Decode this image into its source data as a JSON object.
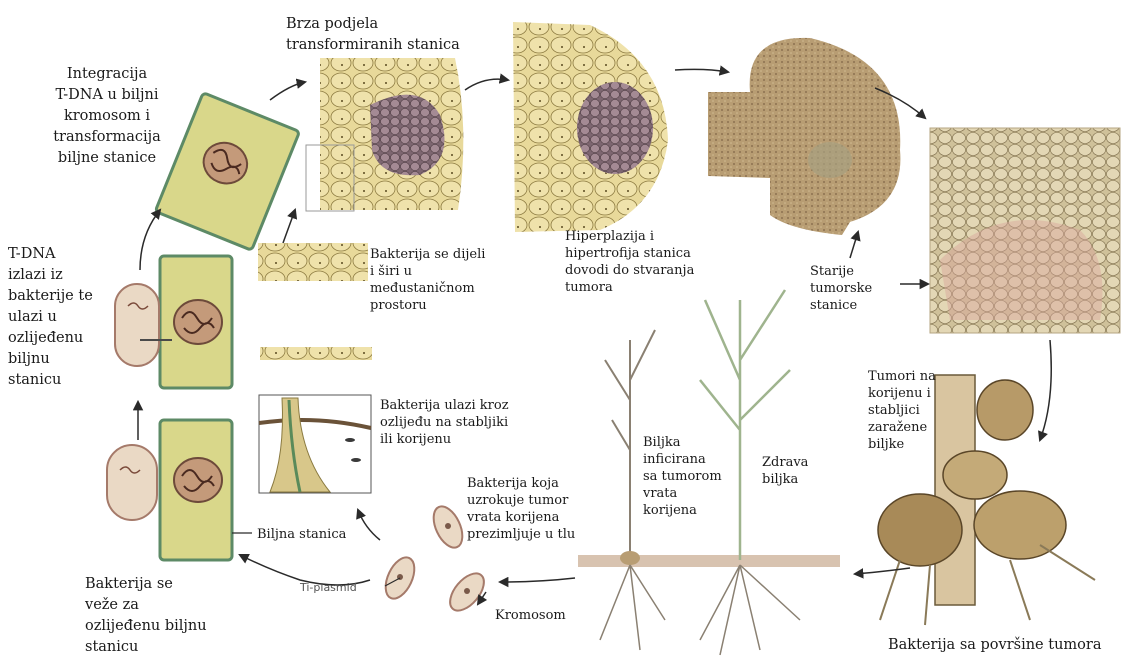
{
  "labels": {
    "integration": "Integracija\nT-DNA u biljni\nkromosom i\ntransformacija\nbiljne stanice",
    "rapid_division": "Brza podjela\ntransformiranih stanica",
    "hyperplasia": "Hiperplazija i\nhipertrofija stanica\ndovodi do stvaranja\ntumora",
    "older_cells": "Starije\ntumorske\nstanice",
    "tdna_exits": "T-DNA\nizlazi iz\nbakterije te\nulazi u\nozlijeđenu\nbiljnu\nstanicu",
    "bacteria_divides": "Bakterija se dijeli\ni širi u\nmeđustaničnom\nprostoru",
    "bacteria_enters": "Bakterija ulazi kroz\nozlijeđu na stabljiki\nili korijenu",
    "infected_plant": "Biljka\ninficirana\nsa tumorom\nvrata\nkorijena",
    "healthy_plant": "Zdrava\nbiljka",
    "tumors_on_roots": "Tumori na\nkorijenu i\nstabljici\nzaražene\nbiljke",
    "overwinters": "Bakterija koja\nuzrokuje tumor\nvrata korijena\nprezimljuje u tlu",
    "plant_cell": "Biljna stanica",
    "ti_plasmid": "Ti-plasmid",
    "chromosome": "Kromosom",
    "attaches": "Bakterija se\nveže za\nozlijeđenu biljnu\nstanicu",
    "from_surface": "Bakterija sa površine tumora"
  }
}
